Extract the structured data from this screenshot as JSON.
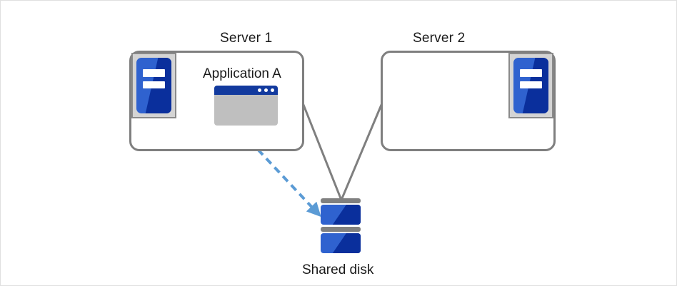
{
  "diagram": {
    "title_visible": false,
    "colors": {
      "box_border": "#7f7f7f",
      "connector_line": "#7f7f7f",
      "dashed_arrow": "#5b9bd5",
      "icon_blue_light": "#2f62cf",
      "icon_blue_dark": "#0a2f9c",
      "icon_frame_gray": "#d4d4d4",
      "window_titlebar": "#123a9e",
      "window_body": "#bfbfbf",
      "disk_bar_gray": "#808080",
      "canvas_border": "#e0e0e0",
      "text": "#1a1a1a"
    },
    "servers": [
      {
        "id": "server-1",
        "label": "Server 1",
        "icon_name": "server-machine-icon",
        "icon_position": "left",
        "application": {
          "label": "Application A",
          "icon_name": "application-window-icon",
          "window_dots": 3
        }
      },
      {
        "id": "server-2",
        "label": "Server 2",
        "icon_name": "server-machine-icon",
        "icon_position": "right",
        "application": null
      }
    ],
    "storage": {
      "id": "shared-disk",
      "label": "Shared disk",
      "icon_name": "disk-stack-icon",
      "platters": 2
    },
    "connectors": [
      {
        "name": "server1-to-disk-link",
        "style": "solid",
        "color": "#7f7f7f",
        "from": "server-1",
        "to": "shared-disk",
        "arrow": false
      },
      {
        "name": "server2-to-disk-link",
        "style": "solid",
        "color": "#7f7f7f",
        "from": "server-2",
        "to": "shared-disk",
        "arrow": false
      },
      {
        "name": "application-a-to-disk-access",
        "style": "dashed",
        "color": "#5b9bd5",
        "from": "application-a",
        "to": "shared-disk",
        "arrow": true
      }
    ]
  }
}
